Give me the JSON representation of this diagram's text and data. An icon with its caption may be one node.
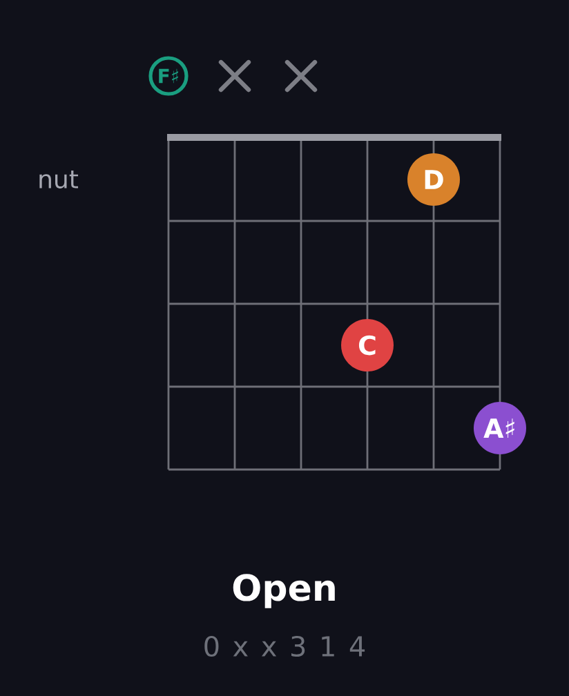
{
  "diagram": {
    "title": "Open",
    "caption": "0 x x 3 1 4",
    "nodes": [
      {
        "text": [
          "F♯"
        ]
      },
      {
        "text": [
          "D"
        ]
      },
      {
        "text": [
          "C"
        ]
      },
      {
        "text": [
          "A♯"
        ]
      }
    ],
    "labels": [
      "nut"
    ]
  }
}
